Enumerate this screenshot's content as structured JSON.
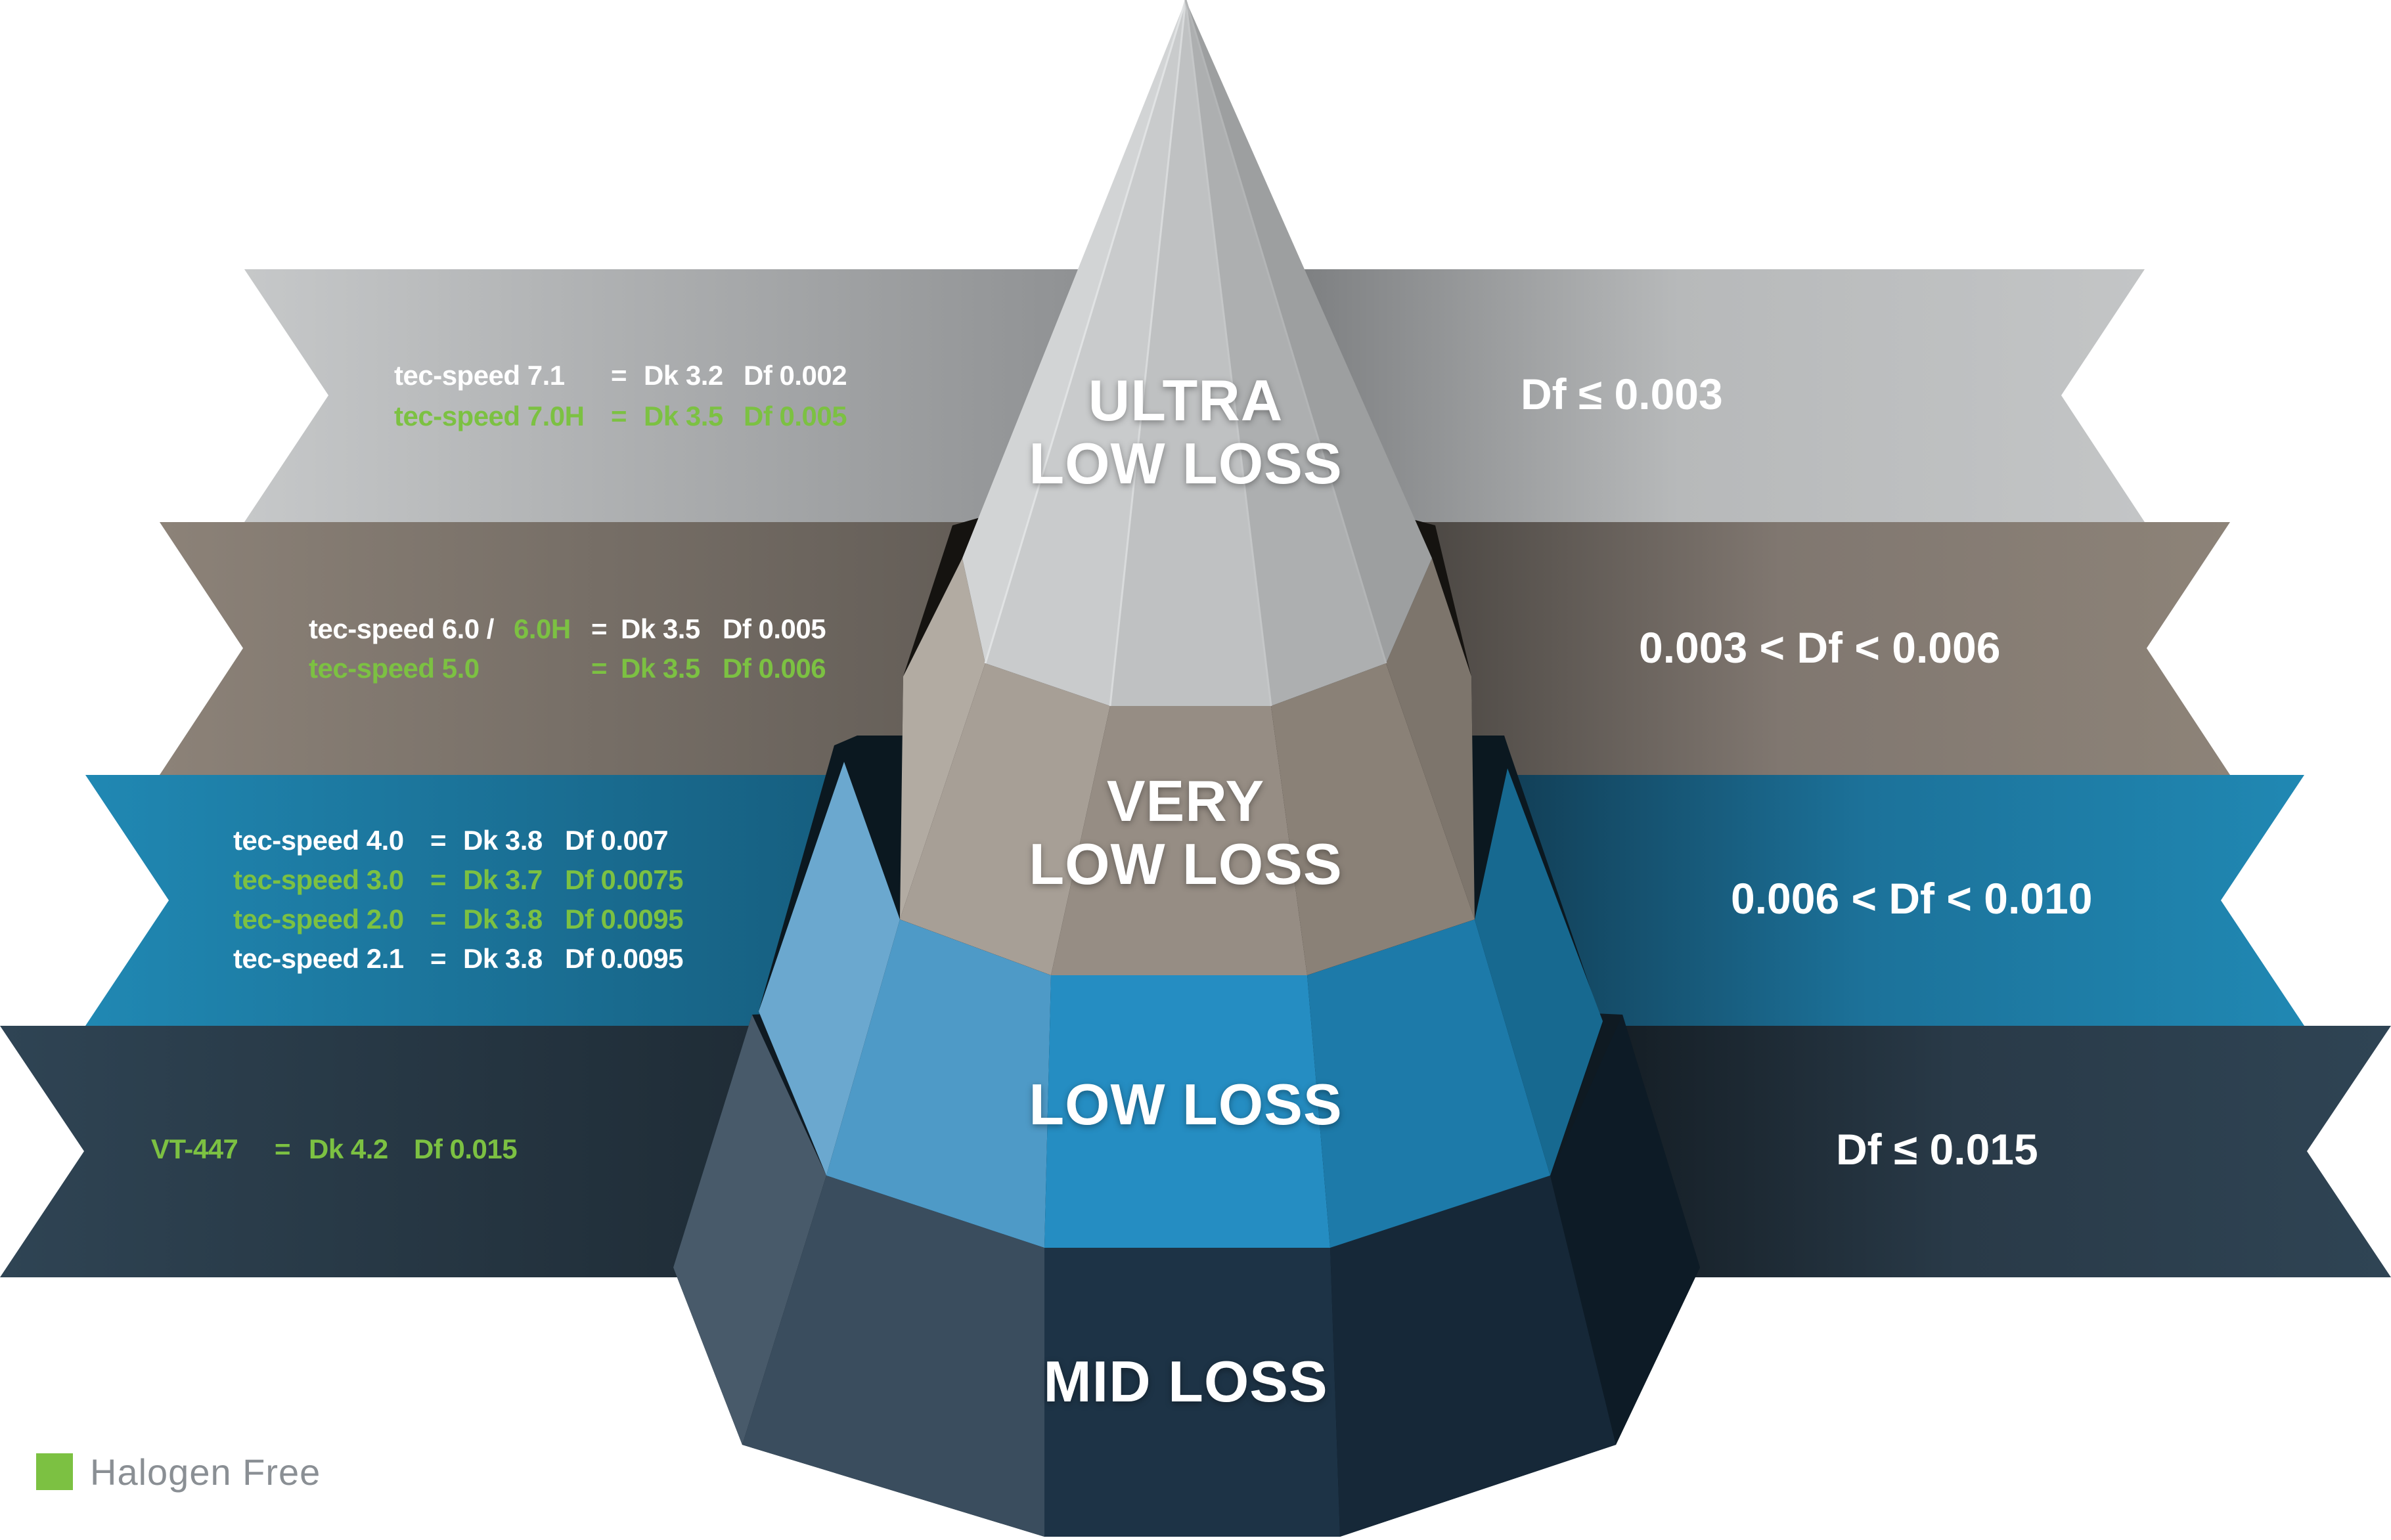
{
  "colors": {
    "band_ultra": "#c1c3c4",
    "band_very": "#8b8176",
    "band_low": "#1f88b4",
    "band_mid": "#2f4353",
    "text_white": "#ffffff",
    "halogen_free_green": "#7cc142"
  },
  "tiers": {
    "ultra": {
      "title": "ULTRA\nLOW LOSS",
      "df_range": "Df ≤ 0.003"
    },
    "very": {
      "title": "VERY\nLOW LOSS",
      "df_range": "0.003 <  Df < 0.006"
    },
    "low": {
      "title": "LOW LOSS",
      "df_range": "0.006 <  Df < 0.010"
    },
    "mid": {
      "title": "MID LOSS",
      "df_range": "Df ≤ 0.015"
    }
  },
  "products": {
    "ultra": [
      {
        "name": "tec-speed 7.1",
        "eq": "=",
        "dk": "Dk 3.2",
        "df": "Df 0.002",
        "halogen_free": false
      },
      {
        "name": "tec-speed 7.0H",
        "eq": "=",
        "dk": "Dk 3.5",
        "df": "Df 0.005",
        "halogen_free": true
      }
    ],
    "very": [
      {
        "name": "tec-speed 6.0 /",
        "name_hf": "6.0H",
        "eq": "=",
        "dk": "Dk 3.5",
        "df": "Df 0.005",
        "halogen_free": false
      },
      {
        "name": "tec-speed 5.0",
        "eq": "=",
        "dk": "Dk 3.5",
        "df": "Df 0.006",
        "halogen_free": true
      }
    ],
    "low": [
      {
        "name": "tec-speed 4.0",
        "eq": "=",
        "dk": "Dk 3.8",
        "df": "Df 0.007",
        "halogen_free": false
      },
      {
        "name": "tec-speed 3.0",
        "eq": "=",
        "dk": "Dk 3.7",
        "df": "Df 0.0075",
        "halogen_free": true
      },
      {
        "name": "tec-speed 2.0",
        "eq": "=",
        "dk": "Dk 3.8",
        "df": "Df 0.0095",
        "halogen_free": true
      },
      {
        "name": "tec-speed 2.1",
        "eq": "=",
        "dk": "Dk 3.8",
        "df": "Df 0.0095",
        "halogen_free": false
      }
    ],
    "mid": [
      {
        "name": "VT-447",
        "eq": "=",
        "dk": "Dk 4.2",
        "df": "Df 0.015",
        "halogen_free": true
      }
    ]
  },
  "legend": {
    "label": "Halogen Free"
  }
}
